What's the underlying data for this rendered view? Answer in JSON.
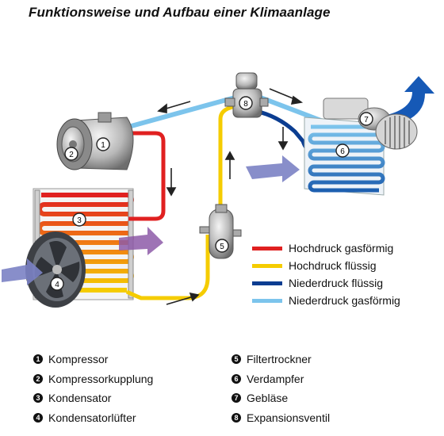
{
  "title": "Funktionsweise und Aufbau einer Klimaanlage",
  "colors": {
    "high_gas": "#e02020",
    "high_liquid": "#f5cc00",
    "low_liquid": "#0b3d91",
    "low_gas": "#7cc4ec",
    "air_in": "#7b82c4",
    "air_hot": "#8d5aa8",
    "air_out": "#1659b6"
  },
  "legend": [
    {
      "label": "Hochdruck gasförmig",
      "color": "#e02020"
    },
    {
      "label": "Hochdruck flüssig",
      "color": "#f5cc00"
    },
    {
      "label": "Niederdruck flüssig",
      "color": "#0b3d91"
    },
    {
      "label": "Niederdruck gasförmig",
      "color": "#7cc4ec"
    }
  ],
  "parts_left": [
    {
      "num": "1",
      "label": "Kompressor"
    },
    {
      "num": "2",
      "label": "Kompressorkupplung"
    },
    {
      "num": "3",
      "label": "Kondensator"
    },
    {
      "num": "4",
      "label": "Kondensatorlüfter"
    }
  ],
  "parts_right": [
    {
      "num": "5",
      "label": "Filtertrockner"
    },
    {
      "num": "6",
      "label": "Verdampfer"
    },
    {
      "num": "7",
      "label": "Gebläse"
    },
    {
      "num": "8",
      "label": "Expansionsventil"
    }
  ],
  "callouts": [
    "1",
    "2",
    "3",
    "4",
    "5",
    "6",
    "7",
    "8"
  ]
}
